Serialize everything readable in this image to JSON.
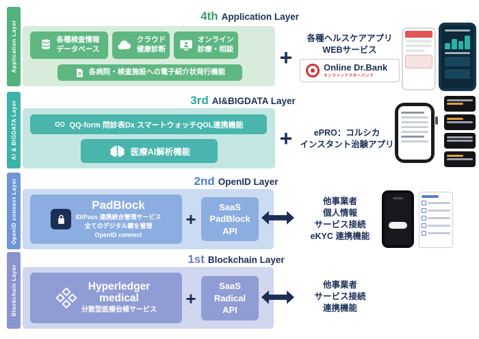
{
  "colors": {
    "navy": "#1b2f55",
    "application_accent": "#33a06b",
    "bigdata_accent": "#2ba79d",
    "openid_accent": "#4d7fca",
    "blockchain_accent": "#6a7ac1",
    "logo_red": "#d62f2f"
  },
  "icons": {
    "database": "cylinder-stack",
    "cloud": "cloud",
    "online_consultation": "monitor-person",
    "document": "paper-sheet",
    "link": "chain-link",
    "brain": "ai-brain",
    "lock": "padlock",
    "cubes": "linked-cubes",
    "plus": "+",
    "double_arrow": "left-right-arrow"
  },
  "layers": {
    "application": {
      "side_label": "Application Layer",
      "ordinal": "4th",
      "title": "Application Layer",
      "boxes": {
        "database": "各種検査情報\nデータベース",
        "cloud": "クラウド\n健康診断",
        "online": "オンライン\n診療・相談",
        "referral": "各病院・検査施設への電子紹介状発行機能"
      },
      "plus": "+",
      "right_text": "各種ヘルスケアアプリ\nWEBサービス",
      "logo": {
        "name": "Online Dr.Bank",
        "subtitle": "オンラインドクターバンク"
      }
    },
    "bigdata": {
      "side_label": "AI & BIGDATA Layer",
      "ordinal": "3rd",
      "title": "AI&BIGDATA Layer",
      "boxes": {
        "qqform": "QQ-form 問診表Dx スマートウォッチQOL連携機能",
        "ai": "医療AI解析機能"
      },
      "plus": "+",
      "right_text": "ePRO：コルシカ\nインスタント治験アプリ"
    },
    "openid": {
      "side_label": "OpenID connect Layer",
      "ordinal": "2nd",
      "title": "OpenID Layer",
      "main_box": {
        "title": "PadBlock",
        "lines": "ID/Pass 連携統合管理サービス\n全てのデジタル鍵を管理\nOpenID connect"
      },
      "plus": "+",
      "saas_box": "SaaS\nPadBlock\nAPI",
      "right_text": "他事業者\n個人情報\nサービス接続\neKYC 連携機能"
    },
    "blockchain": {
      "side_label": "Blockchain Layer",
      "ordinal": "1st",
      "title": "Blockchain Layer",
      "main_box": {
        "title": "Hyperledger\nmedical",
        "lines": "分散型医療台帳サービス"
      },
      "plus": "+",
      "saas_box": "SaaS\nRadical\nAPI",
      "right_text": "他事業者\nサービス接続\n連携機能"
    }
  }
}
